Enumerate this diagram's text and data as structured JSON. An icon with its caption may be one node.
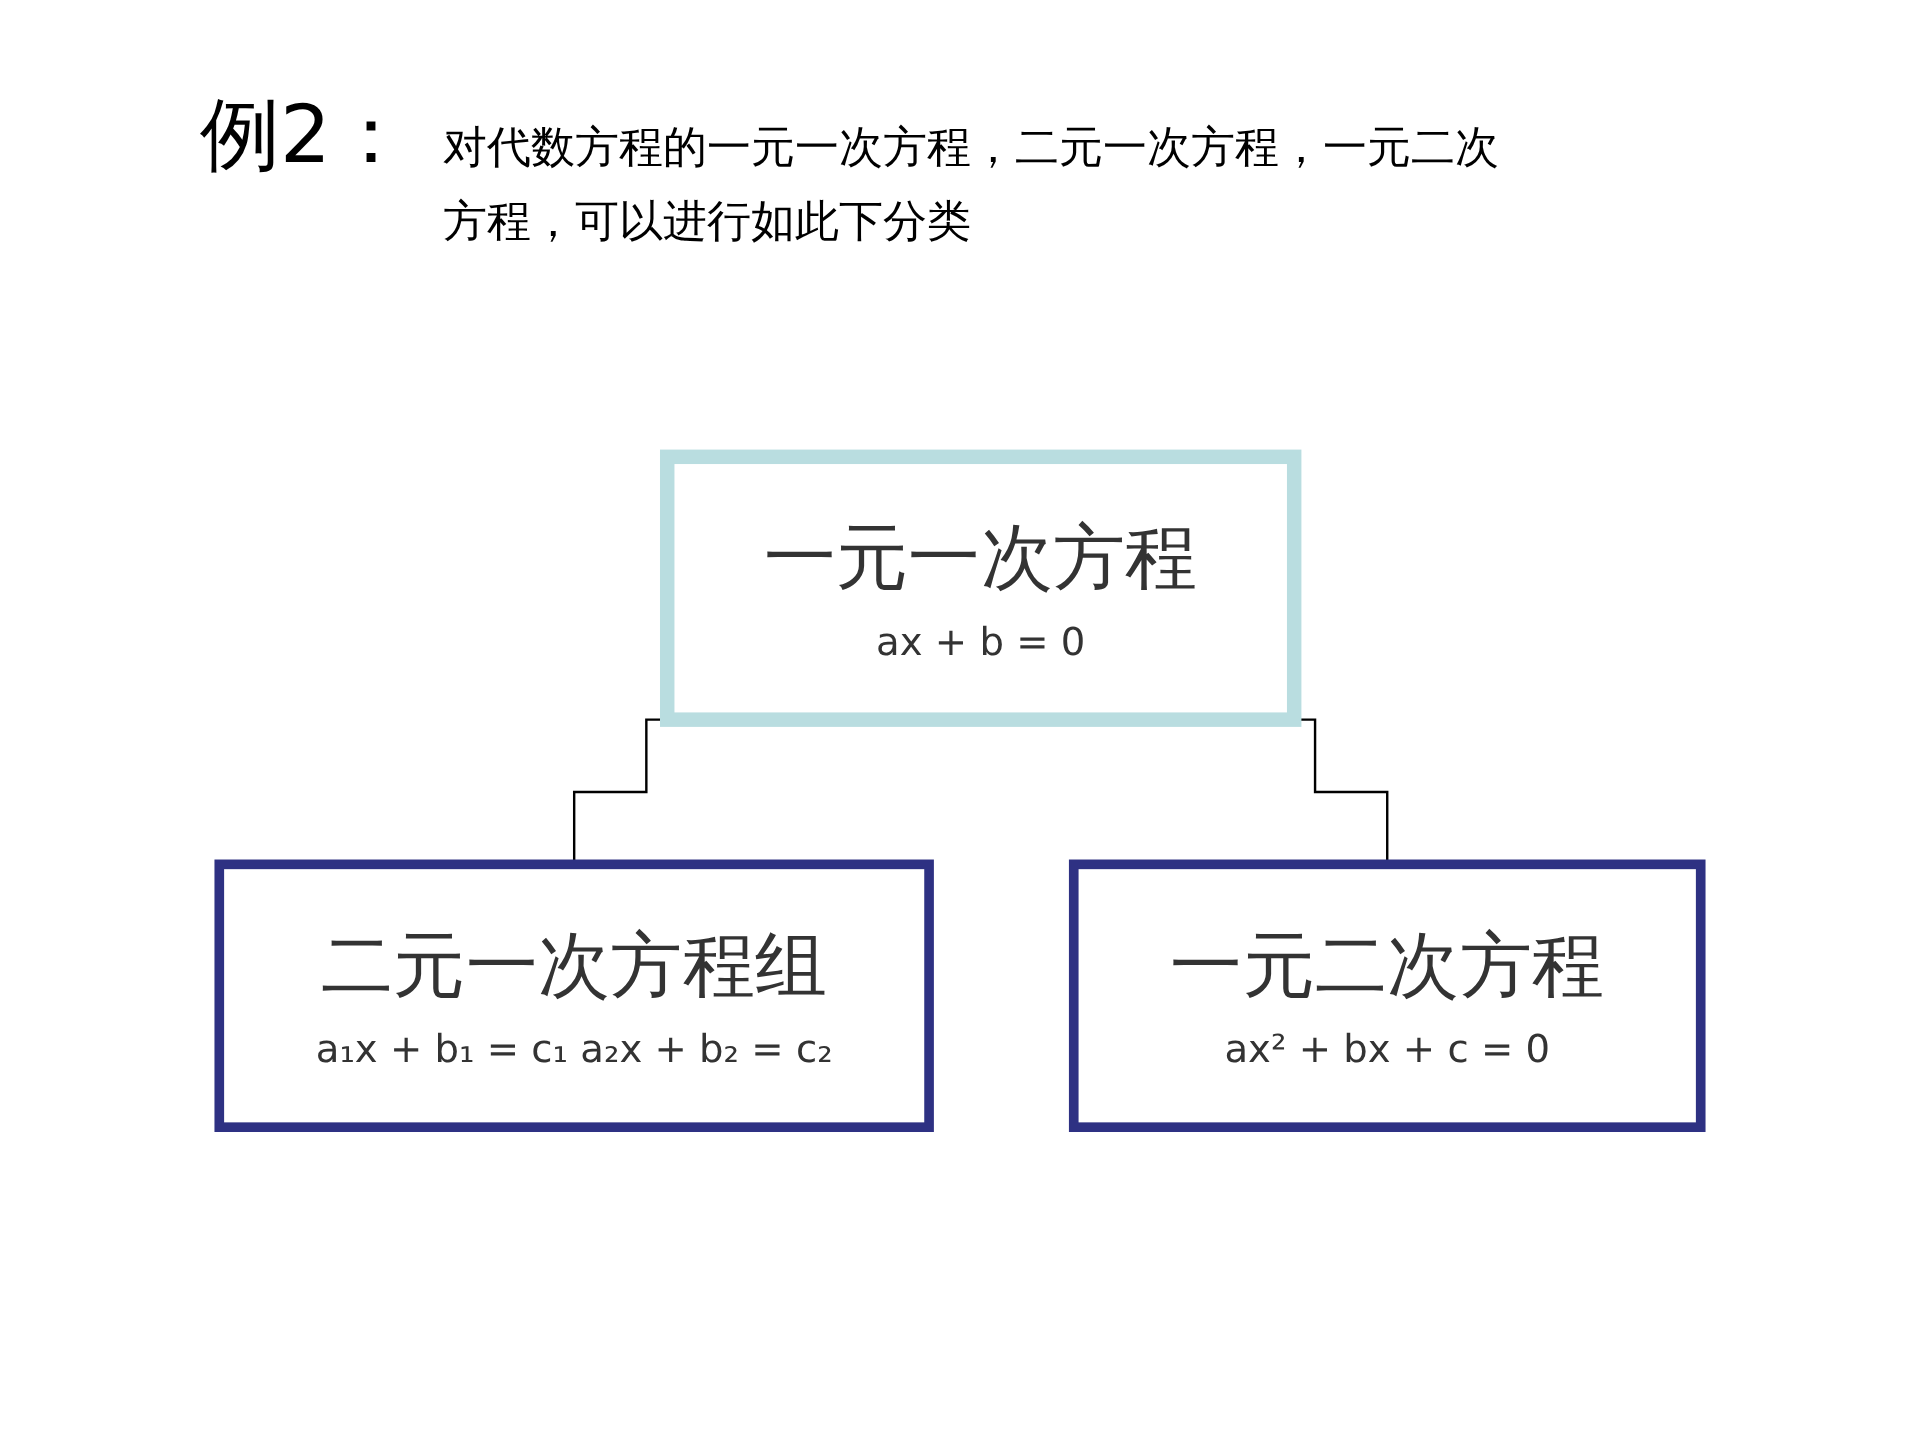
{
  "diagram": {
    "title": "例2：",
    "nodes": [
      {
        "text": [
          "一元一次方程",
          "ax + b = 0"
        ]
      },
      {
        "text": [
          "二元一次方程组",
          "a₁x + b₁ = c₁ a₂x + b₂ = c₂"
        ]
      },
      {
        "text": [
          "一元二次方程",
          "ax² + bx + c = 0"
        ]
      }
    ],
    "edges": [
      {
        "from": 0,
        "to": 1,
        "arrow": "none"
      },
      {
        "from": 0,
        "to": 2,
        "arrow": "none"
      }
    ],
    "labels": [
      "对代数方程的一元一次方程，二元一次方程，一元二次方程，可以进行如此下分类"
    ]
  }
}
